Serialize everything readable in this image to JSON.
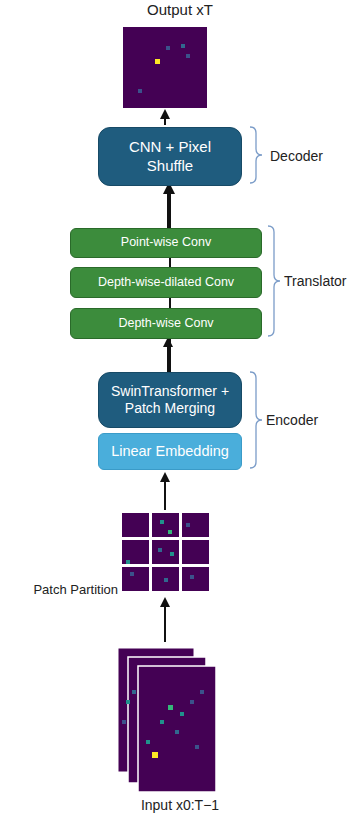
{
  "diagram": {
    "nodes": [
      {
        "text": [
          "CNN + Pixel Shuffle"
        ]
      },
      {
        "text": [
          "Point-wise Conv"
        ]
      },
      {
        "text": [
          "Depth-wise-dilated Conv"
        ]
      },
      {
        "text": [
          "Depth-wise Conv"
        ]
      },
      {
        "text": [
          "SwinTransformer + Patch Merging"
        ]
      },
      {
        "text": [
          "Linear Embedding"
        ]
      }
    ],
    "edges": [
      {
        "from": 1,
        "to": 0,
        "arrow": "to"
      },
      {
        "from": 4,
        "to": 3,
        "arrow": "to"
      },
      {
        "from": 4,
        "to": 0,
        "arrow": "to"
      }
    ],
    "labels": [
      "Output xT",
      "Decoder",
      "Translator",
      "Encoder",
      "Patch Partition",
      "Input x0:T−1"
    ]
  }
}
